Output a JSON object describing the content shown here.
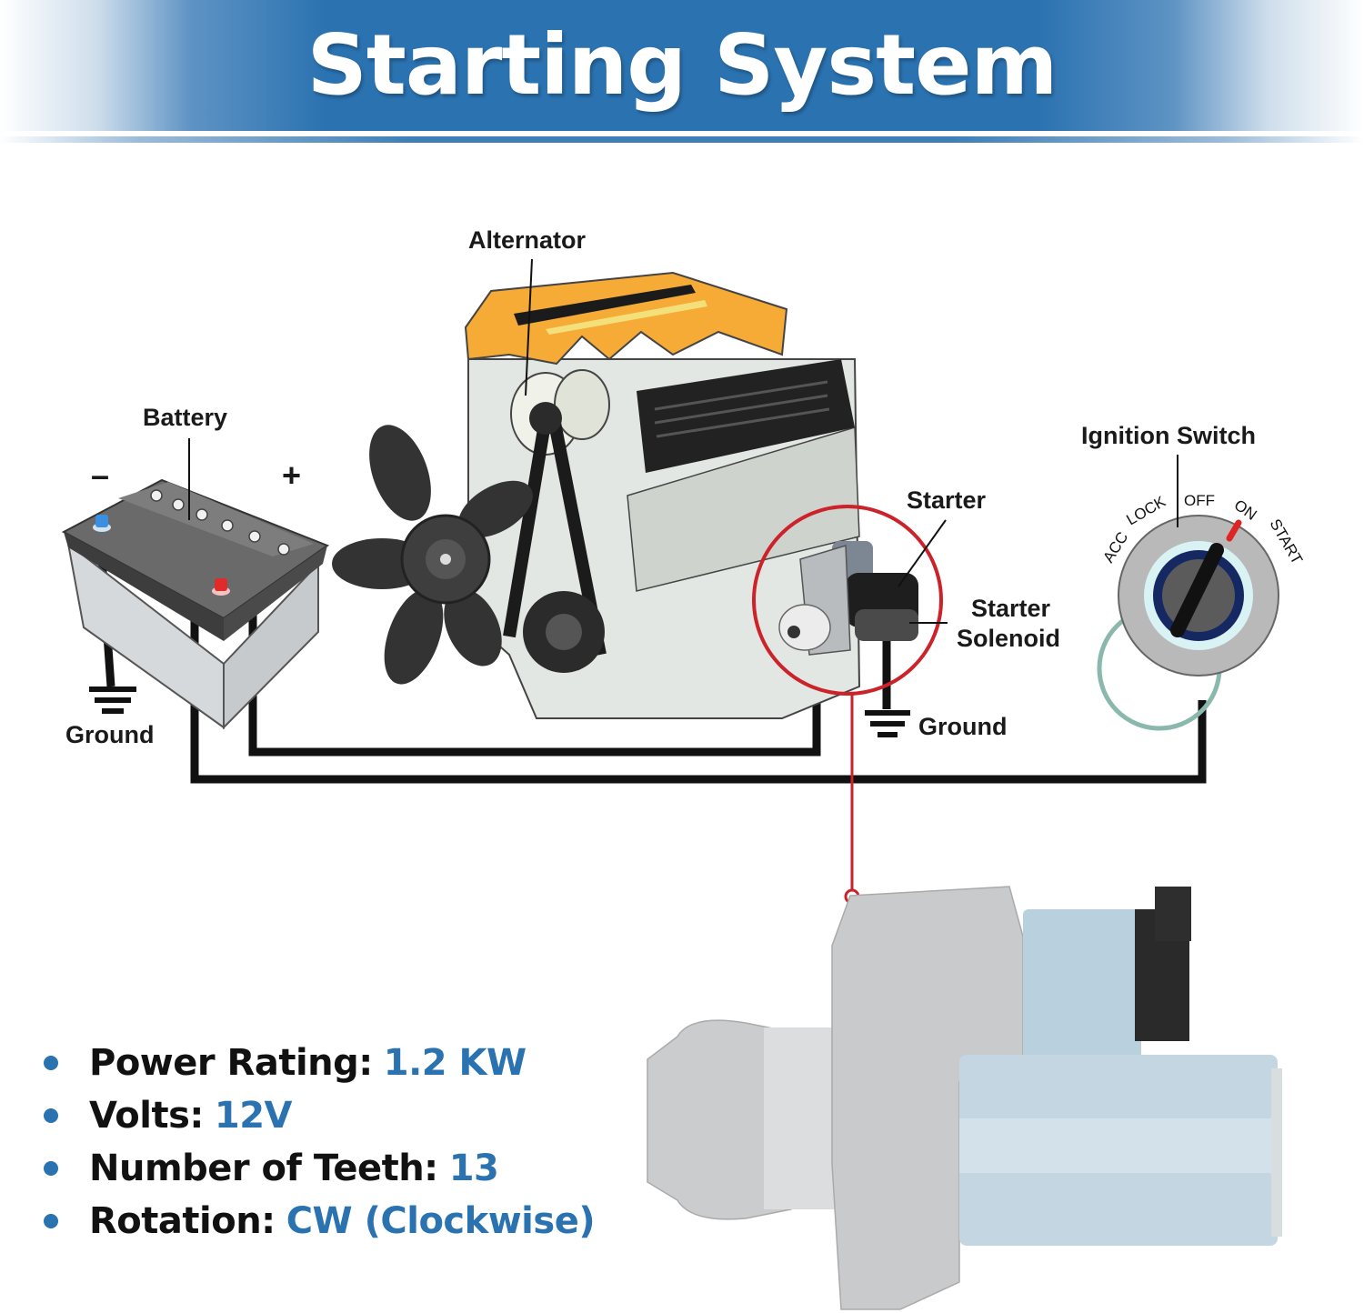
{
  "header": {
    "title": "Starting System",
    "banner_color": "#2a72b0"
  },
  "diagram": {
    "labels": {
      "alternator": "Alternator",
      "battery": "Battery",
      "battery_negative": "–",
      "battery_positive": "+",
      "ground_battery": "Ground",
      "starter": "Starter",
      "starter_solenoid_line1": "Starter",
      "starter_solenoid_line2": "Solenoid",
      "ground_starter": "Ground",
      "ignition_switch": "Ignition Switch"
    },
    "ignition_positions": [
      "ACC",
      "LOCK",
      "OFF",
      "ON",
      "START"
    ],
    "highlight_color": "#cc2229",
    "engine_cover_color": "#f5ab35"
  },
  "specs": [
    {
      "label": "Power Rating:",
      "value": "1.2 KW"
    },
    {
      "label": "Volts:",
      "value": "12V"
    },
    {
      "label": "Number of Teeth:",
      "value": "13"
    },
    {
      "label": "Rotation:",
      "value": "CW (Clockwise)"
    }
  ]
}
